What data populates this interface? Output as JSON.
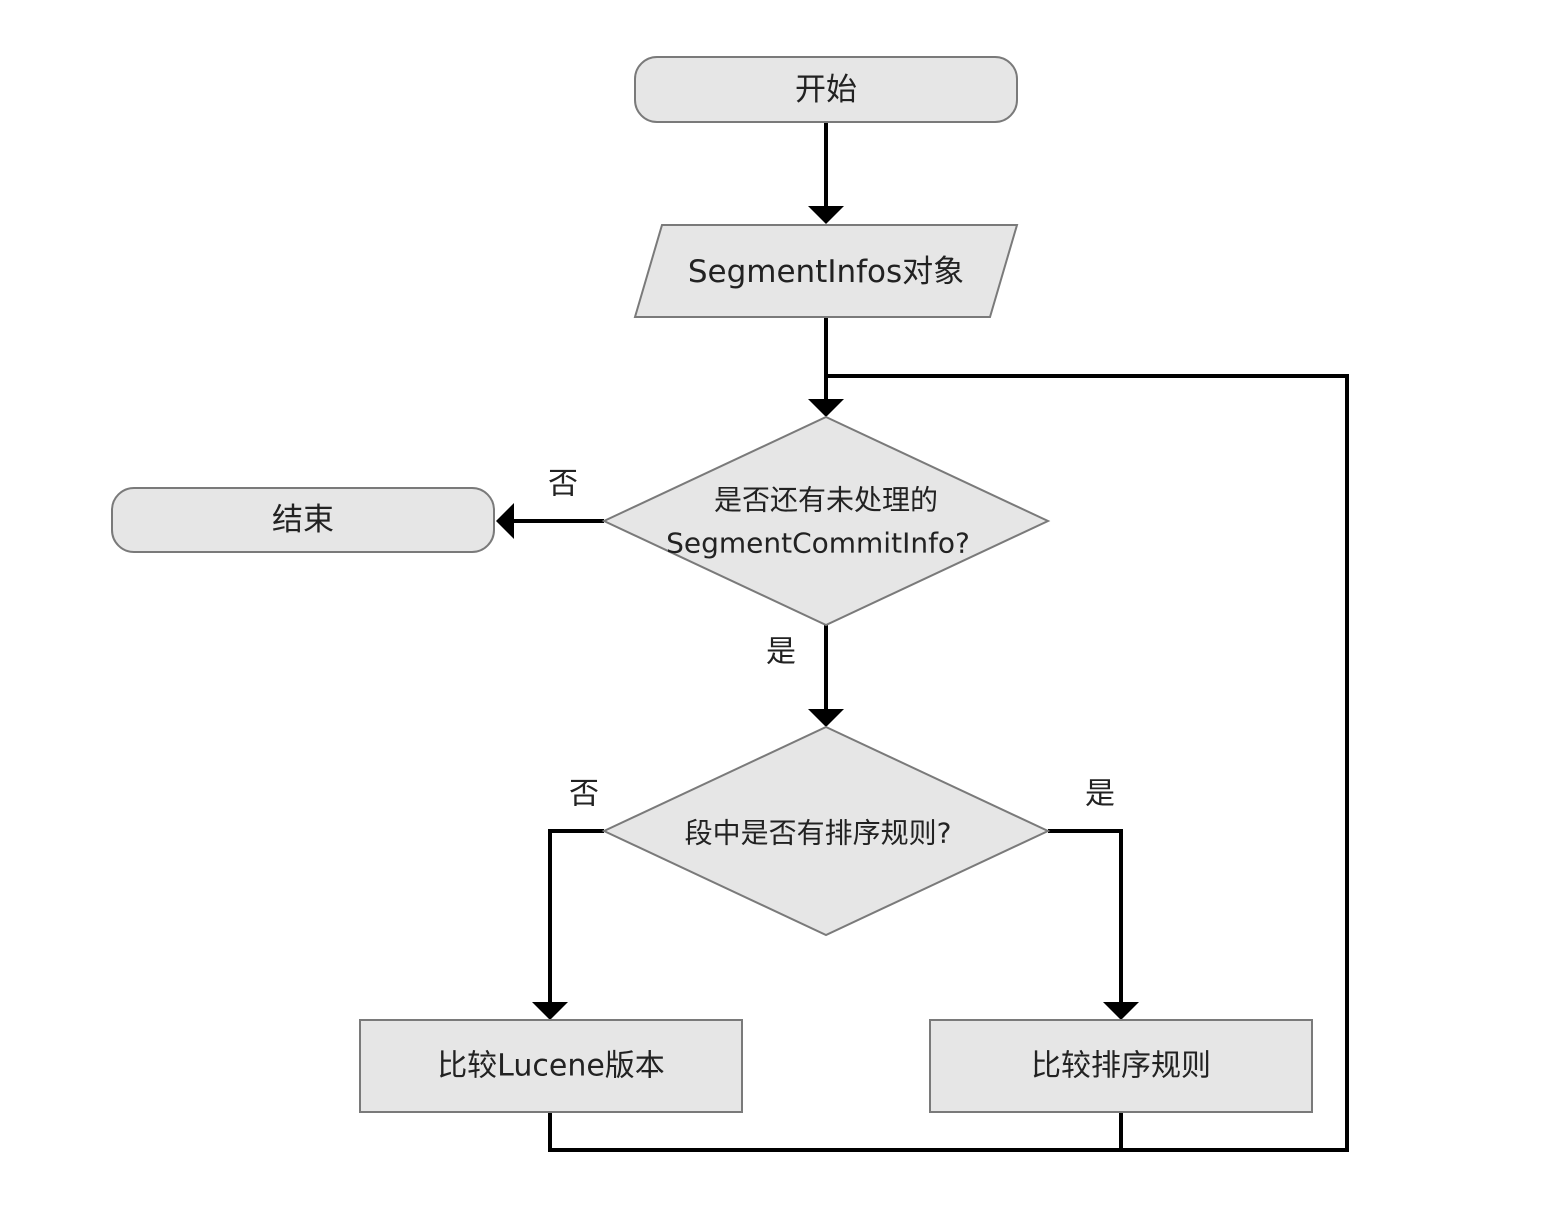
{
  "colors": {
    "node_fill": "#e6e6e6",
    "node_stroke": "#7a7a7a",
    "edge": "#000000",
    "text": "#222222"
  },
  "nodes": {
    "start": {
      "label": "开始",
      "shape": "rounded-rect"
    },
    "input": {
      "label": "SegmentInfos对象",
      "shape": "parallelogram"
    },
    "decision_remaining": {
      "lines": [
        "是否还有未处理的",
        "SegmentCommitInfo?"
      ],
      "shape": "diamond"
    },
    "end": {
      "label": "结束",
      "shape": "rounded-rect"
    },
    "decision_sort": {
      "label": "段中是否有排序规则?",
      "shape": "diamond"
    },
    "compare_version": {
      "label": "比较Lucene版本",
      "shape": "rect"
    },
    "compare_sort": {
      "label": "比较排序规则",
      "shape": "rect"
    }
  },
  "edge_labels": {
    "remaining_no": "否",
    "remaining_yes": "是",
    "sort_no": "否",
    "sort_yes": "是"
  }
}
